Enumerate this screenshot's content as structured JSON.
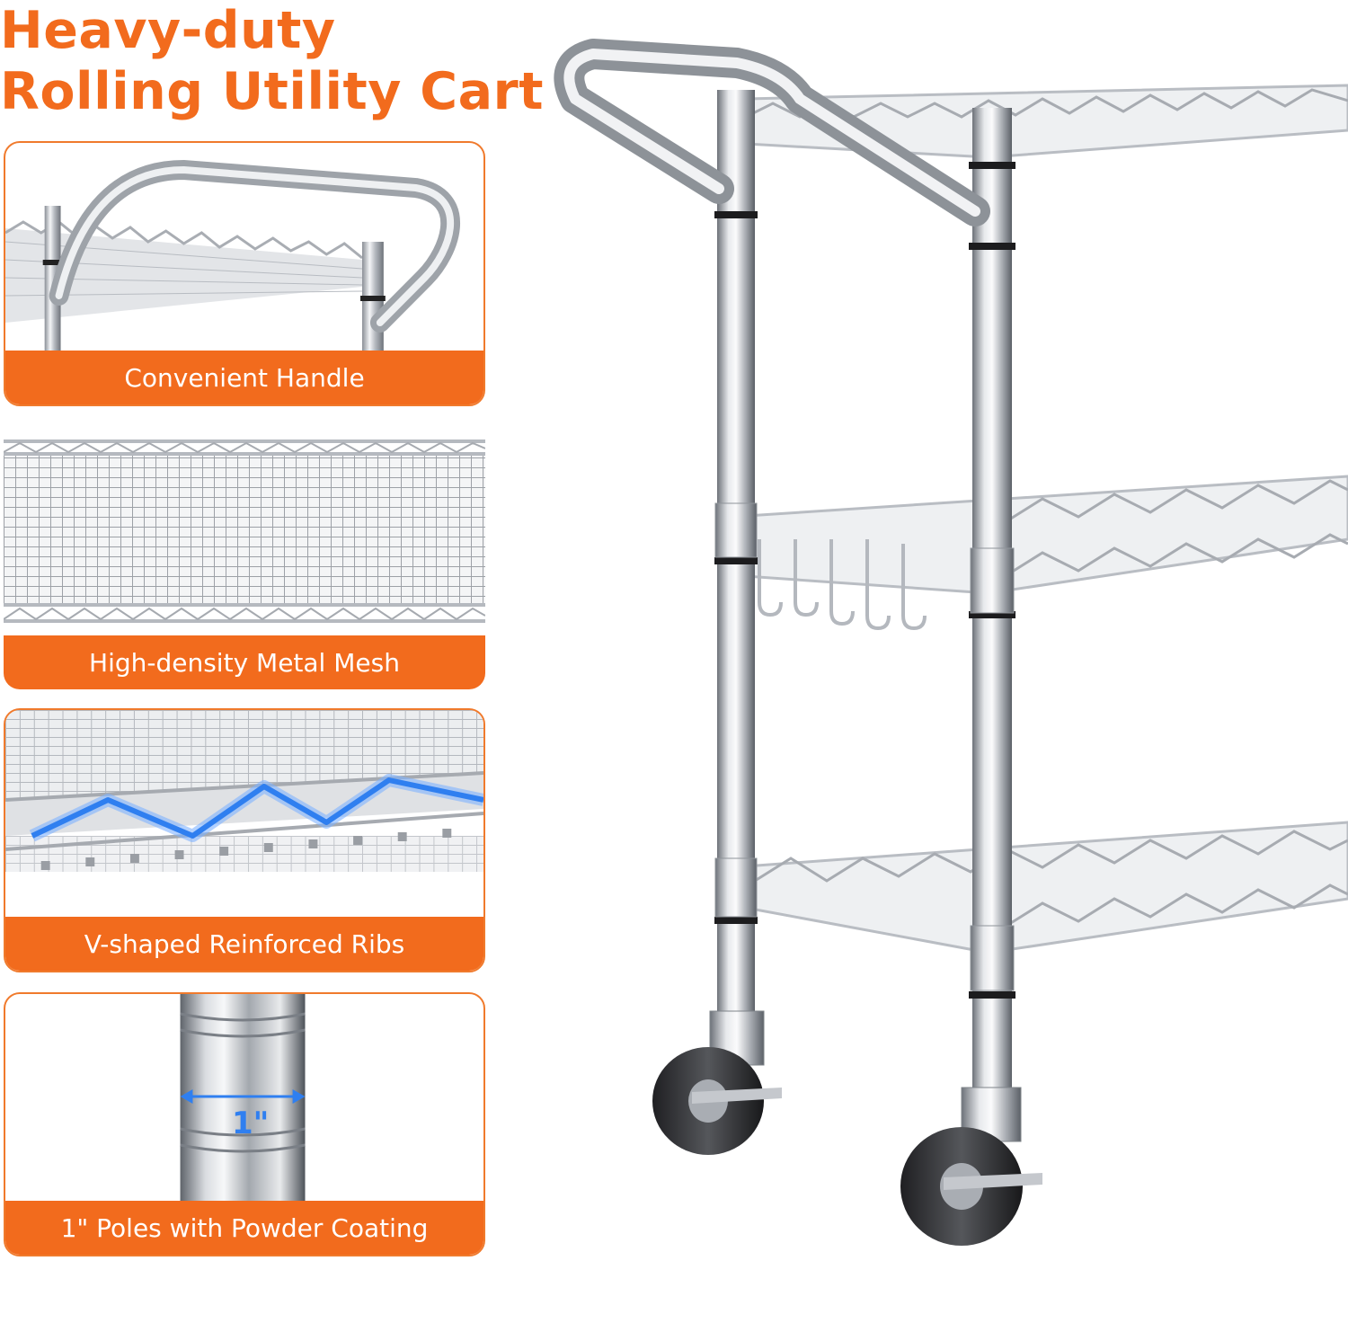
{
  "title": {
    "line1": "Heavy-duty",
    "line2": "Rolling Utility Cart"
  },
  "features": [
    {
      "label": "Convenient Handle",
      "icon": "handle-closeup-image"
    },
    {
      "label": "High-density Metal Mesh",
      "icon": "mesh-closeup-image"
    },
    {
      "label": "V-shaped Reinforced Ribs",
      "icon": "ribs-closeup-image"
    },
    {
      "label": "1\" Poles with Powder Coating",
      "icon": "pole-closeup-image"
    }
  ],
  "pole_dimension": "1\"",
  "colors": {
    "accent": "#f26b1d",
    "rib_highlight": "#2f7ff0",
    "chrome": "#c9ccd1"
  },
  "product_image": "rolling-cart-image"
}
